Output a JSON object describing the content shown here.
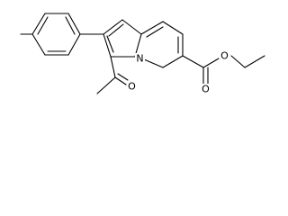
{
  "diagram": {
    "type": "chemical-structure",
    "atom_labels": {
      "nitrogen": "N",
      "acetyl_oxygen": "O",
      "ester_carbonyl_oxygen": "O",
      "ester_ether_oxygen": "O"
    },
    "colors": {
      "bond": "#000000",
      "background": "#ffffff"
    }
  }
}
